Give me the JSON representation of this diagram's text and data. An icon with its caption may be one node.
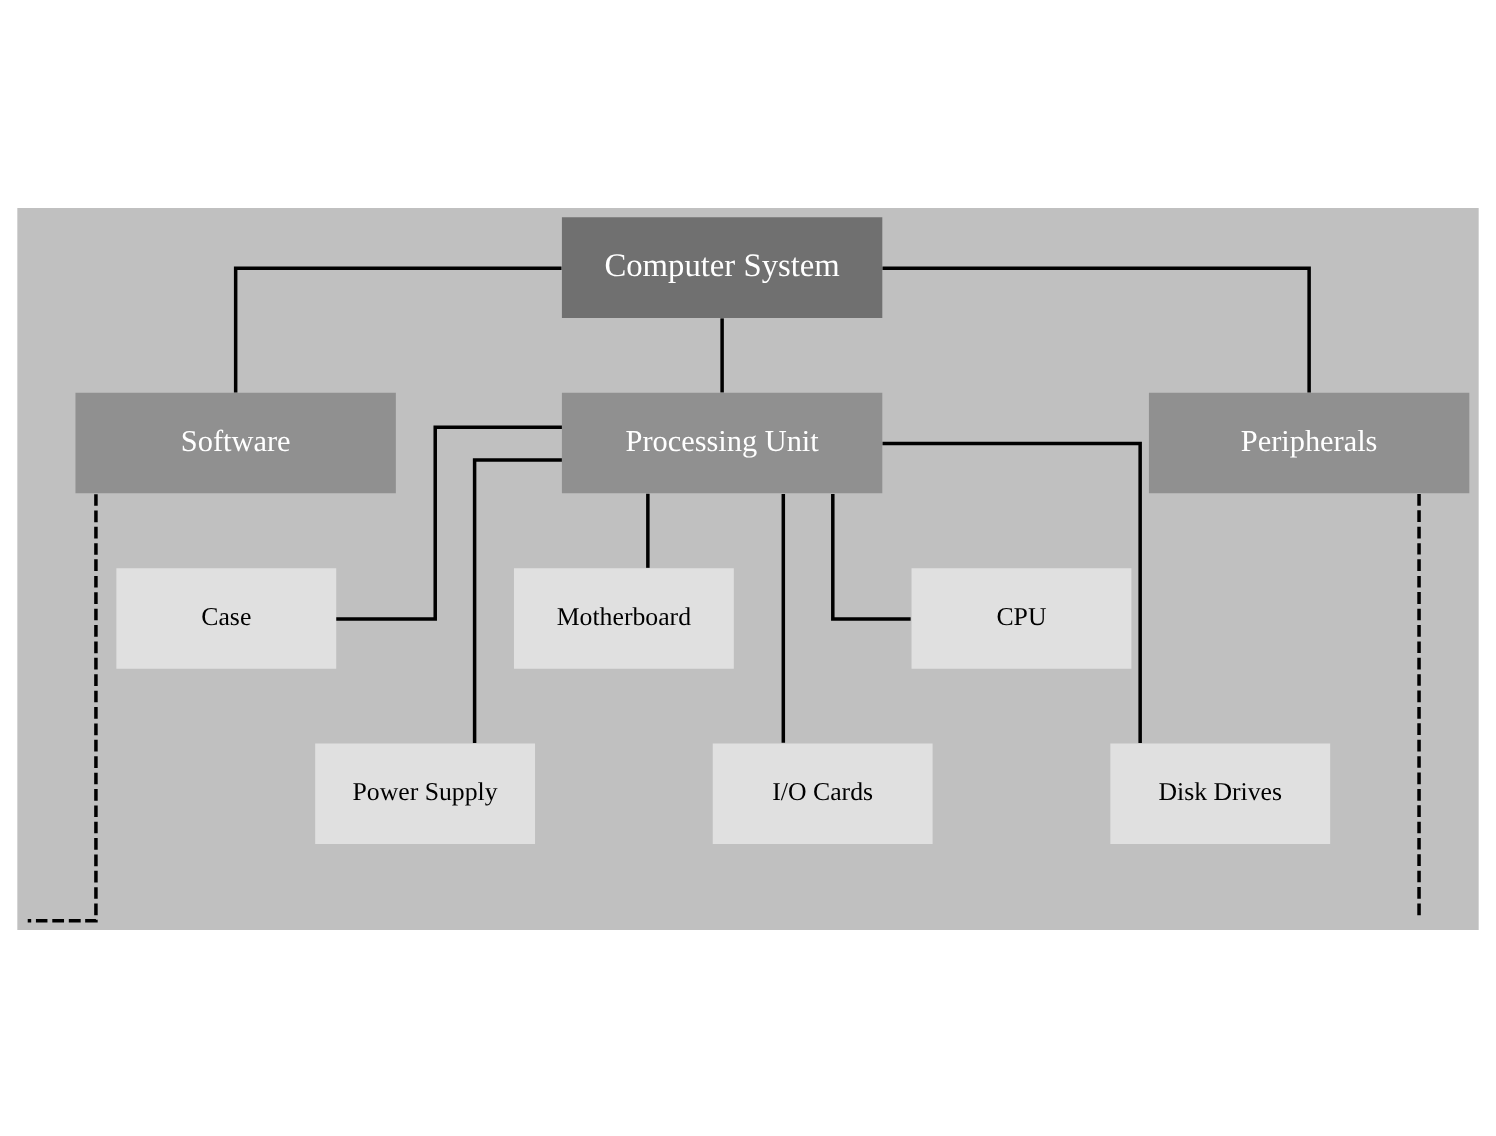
{
  "diagram": {
    "nodes": [
      {
        "text": [
          "Computer System"
        ]
      },
      {
        "text": [
          "Software"
        ]
      },
      {
        "text": [
          "Processing Unit"
        ]
      },
      {
        "text": [
          "Peripherals"
        ]
      },
      {
        "text": [
          "Case"
        ]
      },
      {
        "text": [
          "Power Supply"
        ]
      },
      {
        "text": [
          "Motherboard"
        ]
      },
      {
        "text": [
          "I/O Cards"
        ]
      },
      {
        "text": [
          "CPU"
        ]
      },
      {
        "text": [
          "Disk Drives"
        ]
      }
    ],
    "edges": [
      {
        "from": 0,
        "to": 1,
        "arrow": "none"
      },
      {
        "from": 0,
        "to": 2,
        "arrow": "none"
      },
      {
        "from": 0,
        "to": 3,
        "arrow": "none"
      },
      {
        "from": 2,
        "to": 4,
        "arrow": "none"
      },
      {
        "from": 2,
        "to": 5,
        "arrow": "none"
      },
      {
        "from": 2,
        "to": 6,
        "arrow": "none"
      },
      {
        "from": 2,
        "to": 7,
        "arrow": "none"
      },
      {
        "from": 2,
        "to": 8,
        "arrow": "none"
      },
      {
        "from": 2,
        "to": 9,
        "arrow": "none"
      },
      {
        "from": 1,
        "to": null,
        "arrow": "none",
        "style": "dashed"
      },
      {
        "from": 3,
        "to": null,
        "arrow": "none",
        "style": "dashed"
      }
    ]
  }
}
